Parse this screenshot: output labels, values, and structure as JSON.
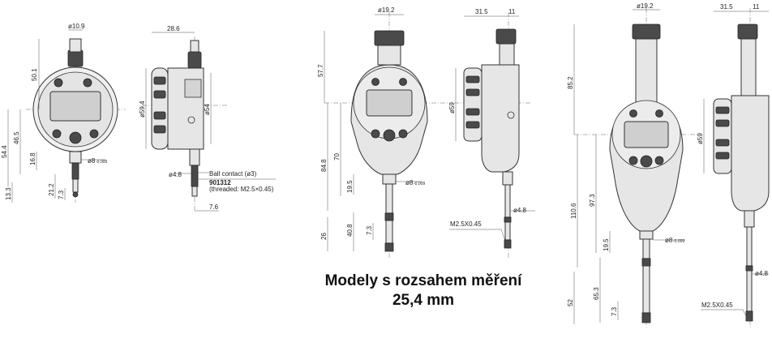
{
  "figure1": {
    "dims": {
      "top_dia": "ø10.9",
      "height": "50.1",
      "dim_54_4": "54.4",
      "dim_46_5": "46.5",
      "dim_16_8": "16.8",
      "dim_13_3": "13.3",
      "dim_21_2": "21.2",
      "dim_7_3": "7.3",
      "stem": "ø8",
      "tol": "-0.009",
      "side_depth": "28.6",
      "dial_dia": "ø59.4",
      "back_dia": "ø54",
      "spindle_dia": "ø4.8",
      "ball": "Ball contact (ø3)",
      "part_no": "901312",
      "thread": "(threaded: M2.5×0.45)",
      "tip": "7.6"
    }
  },
  "figure2": {
    "dims": {
      "top_dia": "ø19.2",
      "side_w1": "31.5",
      "side_w2": "11",
      "height_top": "57.7",
      "dial_dia": "ø59",
      "dim_84_8": "84.8",
      "dim_70": "70",
      "dim_19_5": "19.5",
      "stem": "ø8",
      "tol": "-0.009",
      "dim_26": "26",
      "dim_40_8": "40.8",
      "dim_7_3": "7.3",
      "spindle_dia": "ø4.8",
      "thread": "M2.5X0.45"
    },
    "caption_line1": "Modely s rozsahem měření",
    "caption_line2": "25,4 mm"
  },
  "figure3": {
    "dims": {
      "top_dia": "ø19.2",
      "side_w1": "31.5",
      "side_w2": "11",
      "height_top": "85.2",
      "dial_dia": "ø59",
      "dim_110_6": "110.6",
      "dim_97_3": "97.3",
      "dim_19_5": "19.5",
      "stem": "ø8",
      "tol": "-0.009",
      "dim_52": "52",
      "dim_65_3": "65.3",
      "dim_7_3": "7.3",
      "spindle_dia": "ø4.8",
      "thread": "M2.5X0.45"
    }
  }
}
